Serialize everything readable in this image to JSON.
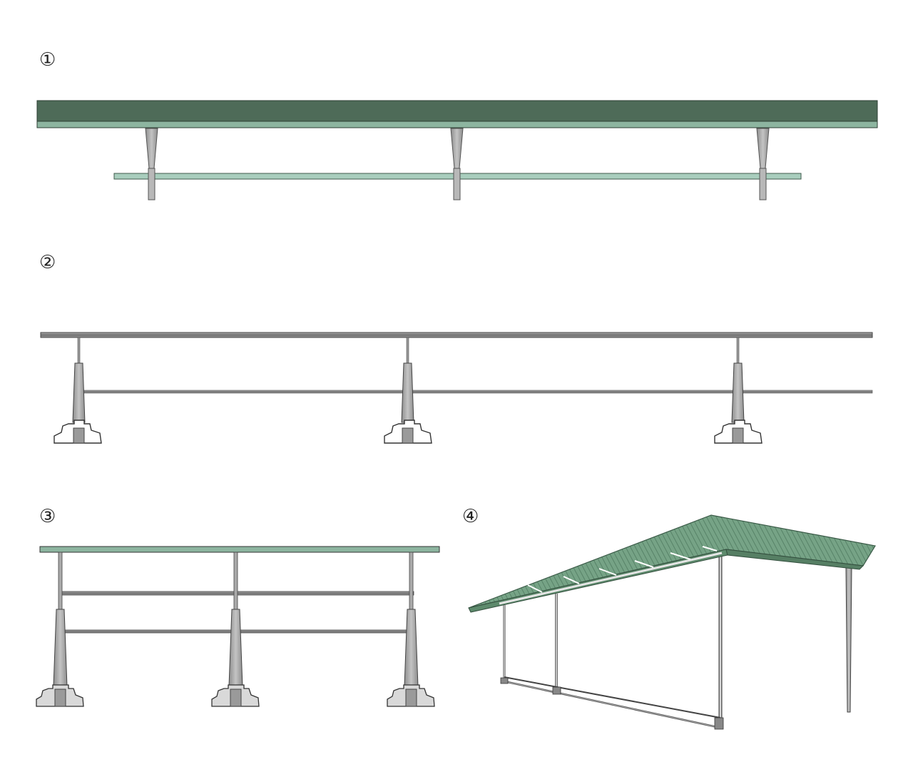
{
  "views": [
    {
      "label": "①"
    },
    {
      "label": "②"
    },
    {
      "label": "③"
    },
    {
      "label": "④"
    }
  ],
  "colors": {
    "roof_dark": "#4e6b58",
    "roof_light": "#8db5a0",
    "roof_iso": "#6f9c7e",
    "glass": "#a8cdbd",
    "post": "#a0a0a0",
    "post_dark": "#7a7a7a",
    "line": "#333333"
  }
}
